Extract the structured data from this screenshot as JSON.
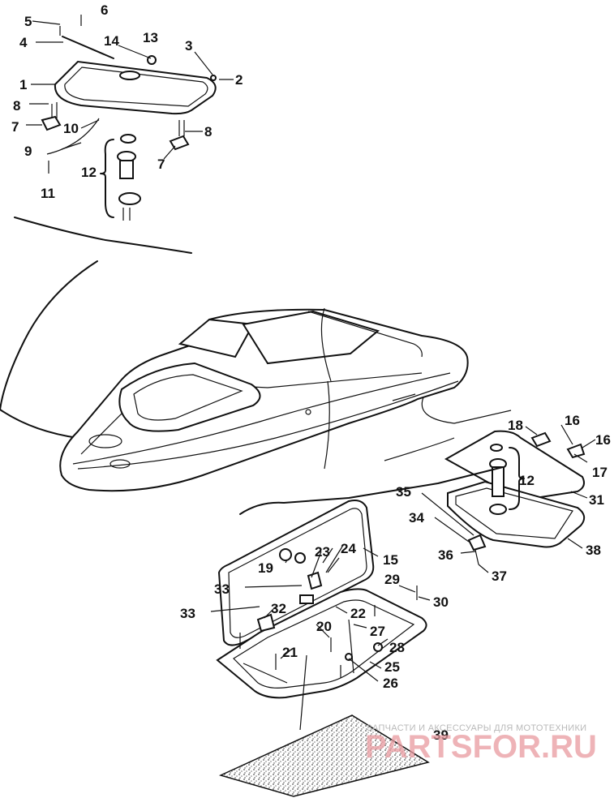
{
  "callouts": [
    {
      "id": "1",
      "label": "1"
    },
    {
      "id": "2",
      "label": "2"
    },
    {
      "id": "3",
      "label": "3"
    },
    {
      "id": "4",
      "label": "4"
    },
    {
      "id": "5",
      "label": "5"
    },
    {
      "id": "6",
      "label": "6"
    },
    {
      "id": "7a",
      "label": "7"
    },
    {
      "id": "7b",
      "label": "7"
    },
    {
      "id": "8a",
      "label": "8"
    },
    {
      "id": "8b",
      "label": "8"
    },
    {
      "id": "9",
      "label": "9"
    },
    {
      "id": "10",
      "label": "10"
    },
    {
      "id": "11",
      "label": "11"
    },
    {
      "id": "12a",
      "label": "12"
    },
    {
      "id": "12b",
      "label": "12"
    },
    {
      "id": "13",
      "label": "13"
    },
    {
      "id": "14",
      "label": "14"
    },
    {
      "id": "15",
      "label": "15"
    },
    {
      "id": "16a",
      "label": "16"
    },
    {
      "id": "16b",
      "label": "16"
    },
    {
      "id": "17",
      "label": "17"
    },
    {
      "id": "18",
      "label": "18"
    },
    {
      "id": "19",
      "label": "19"
    },
    {
      "id": "20",
      "label": "20"
    },
    {
      "id": "21",
      "label": "21"
    },
    {
      "id": "22",
      "label": "22"
    },
    {
      "id": "23",
      "label": "23"
    },
    {
      "id": "24",
      "label": "24"
    },
    {
      "id": "25",
      "label": "25"
    },
    {
      "id": "26",
      "label": "26"
    },
    {
      "id": "27",
      "label": "27"
    },
    {
      "id": "28",
      "label": "28"
    },
    {
      "id": "29",
      "label": "29"
    },
    {
      "id": "30",
      "label": "30"
    },
    {
      "id": "31",
      "label": "31"
    },
    {
      "id": "32",
      "label": "32"
    },
    {
      "id": "33a",
      "label": "33"
    },
    {
      "id": "33b",
      "label": "33"
    },
    {
      "id": "34",
      "label": "34"
    },
    {
      "id": "35",
      "label": "35"
    },
    {
      "id": "36",
      "label": "36"
    },
    {
      "id": "37",
      "label": "37"
    },
    {
      "id": "38",
      "label": "38"
    },
    {
      "id": "39",
      "label": "39"
    }
  ],
  "watermark": {
    "tagline": "ЗАПЧАСТИ И АКСЕССУАРЫ ДЛЯ МОТОТЕХНИКИ",
    "brand": "PARTSFOR.RU"
  }
}
